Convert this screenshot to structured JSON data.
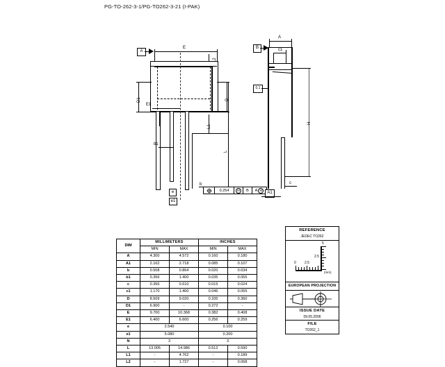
{
  "title": "PG-TO-262-3-1/PG-TO262-3-21 (I-PAK)",
  "front_view": {
    "datum_a": "A",
    "dims": [
      "E",
      "D1",
      "E1",
      "D",
      "L2",
      "L1",
      "b1",
      "b",
      "e",
      "e1",
      "L"
    ]
  },
  "side_view": {
    "datum_b": "B",
    "datum_a1": "A1",
    "dims": [
      "A",
      "c1",
      "H",
      "c"
    ],
    "flag_value": "0.1"
  },
  "tolerance_frame": {
    "symbol": "position-symbol",
    "value": "0.254",
    "mod1": "M",
    "datum1": "B",
    "datum2": "A",
    "mod2": "M"
  },
  "table": {
    "headers": {
      "dim": "DIM",
      "millimeters": "MILLIMETERS",
      "inches": "INCHES",
      "min": "MIN",
      "max": "MAX"
    },
    "rows": [
      {
        "dim": "A",
        "mm_min": "4.300",
        "mm_max": "4.572",
        "in_min": "0.160",
        "in_max": "0.180",
        "span": false
      },
      {
        "dim": "A1",
        "mm_min": "2.162",
        "mm_max": "2.718",
        "in_min": "0.085",
        "in_max": "0.107",
        "span": false
      },
      {
        "dim": "b",
        "mm_min": "0.508",
        "mm_max": "0.864",
        "in_min": "0.020",
        "in_max": "0.034",
        "span": false
      },
      {
        "dim": "b1",
        "mm_min": "0.356",
        "mm_max": "1.400",
        "in_min": "0.035",
        "in_max": "0.055",
        "span": false
      },
      {
        "dim": "c",
        "mm_min": "0.356",
        "mm_max": "0.610",
        "in_min": "0.015",
        "in_max": "0.024",
        "span": false
      },
      {
        "dim": "c1",
        "mm_min": "1.170",
        "mm_max": "1.400",
        "in_min": "0.046",
        "in_max": "0.055",
        "span": false
      },
      {
        "dim": "D",
        "mm_min": "8.509",
        "mm_max": "9.020",
        "in_min": "0.335",
        "in_max": "0.360",
        "span": false
      },
      {
        "dim": "D1",
        "mm_min": "6.900",
        "mm_max": "-",
        "in_min": "0.272",
        "in_max": "-",
        "span": false
      },
      {
        "dim": "E",
        "mm_min": "9.700",
        "mm_max": "10.368",
        "in_min": "0.382",
        "in_max": "0.408",
        "span": false
      },
      {
        "dim": "E1",
        "mm_min": "6.400",
        "mm_max": "6.600",
        "in_min": "0.256",
        "in_max": "0.259",
        "span": false
      },
      {
        "dim": "e",
        "mm_span": "2.540",
        "in_span": "0.100",
        "span": true
      },
      {
        "dim": "e1",
        "mm_span": "5.080",
        "in_span": "0.200",
        "span": true
      },
      {
        "dim": "N",
        "mm_span": "3",
        "in_span": "3",
        "span": true
      },
      {
        "dim": "L",
        "mm_min": "13.005",
        "mm_max": "14.986",
        "in_min": "0.512",
        "in_max": "0.590",
        "span": false
      },
      {
        "dim": "L1",
        "mm_min": "-",
        "mm_max": "4.762",
        "in_min": "-",
        "in_max": "0.189",
        "span": false
      },
      {
        "dim": "L2",
        "mm_min": "-",
        "mm_max": "1.727",
        "in_min": "-",
        "in_max": "0.068",
        "span": false
      }
    ]
  },
  "info": {
    "reference_title": "REFERENCE",
    "reference_value": "JEDEC TO262",
    "scale_labels": [
      "0",
      "2.5",
      "5"
    ],
    "scale_unit": "(mm)",
    "projection_title": "EUROPEAN PROJECTION",
    "projection_symbol": "first-angle-projection-icon",
    "issue_date_title": "ISSUE DATE",
    "issue_date_value": "09.05.2006",
    "file_title": "FILE",
    "file_value": "TO262_1"
  }
}
